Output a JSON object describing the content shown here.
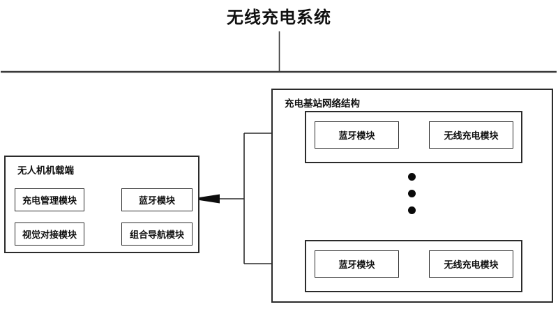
{
  "title": "无线充电系统",
  "left_panel": {
    "label": "无人机机载端",
    "modules": [
      "充电管理模块",
      "蓝牙模块",
      "视觉对接模块",
      "组合导航模块"
    ]
  },
  "right_panel": {
    "label": "充电基站网络结构",
    "stations": [
      {
        "modules": [
          "蓝牙模块",
          "无线充电模块"
        ]
      },
      {
        "modules": [
          "蓝牙模块",
          "无线充电模块"
        ]
      }
    ],
    "ellipsis_dots": 3
  },
  "connections": [
    {
      "from": "spine",
      "to": "base-station-top-bluetooth",
      "direction": "right"
    },
    {
      "from": "spine",
      "to": "uav-bluetooth-module",
      "direction": "left"
    },
    {
      "from": "spine",
      "to": "base-station-bottom-bluetooth",
      "direction": "right"
    }
  ],
  "colors": {
    "background": "#ffffff",
    "line": "#2b2b2b",
    "text": "#101010",
    "arrow_fill": "#0d0d0d"
  }
}
